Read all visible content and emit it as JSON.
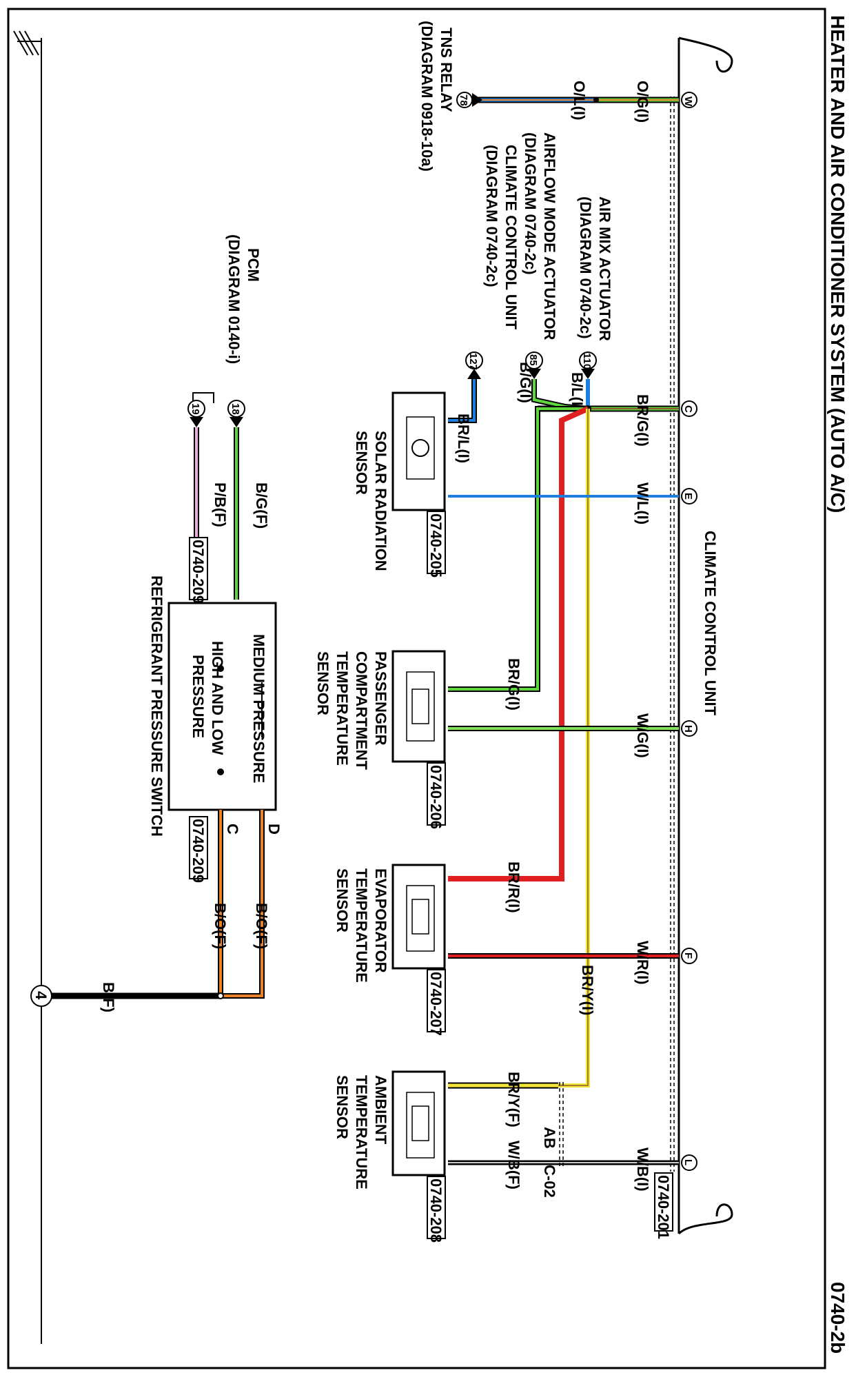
{
  "title": "HEATER AND AIR CONDITIONER SYSTEM (AUTO A/C)",
  "page_number": "0740-2b",
  "climate_unit": {
    "name": "CLIMATE CONTROL UNIT",
    "connector": "0740-201",
    "pins": {
      "W": "W",
      "C": "C",
      "E": "E",
      "H": "H",
      "F": "F",
      "L": "L"
    }
  },
  "wires": {
    "og": "O/G(I)",
    "ol": "O/L(I)",
    "brg_top": "BR/G(I)",
    "wl": "W/L(I)",
    "wg": "W/G(I)",
    "wr": "W/R(I)",
    "wb_top": "W/B(I)",
    "bl": "B/L(I)",
    "bg_i": "B/G(I)",
    "brl": "BR/L(I)",
    "brg_pass": "BR/G(I)",
    "brr": "BR/R(I)",
    "bry_i": "BR/Y(I)",
    "bry_f": "BR/Y(F)",
    "wb_f": "W/B(F)",
    "bg_f": "B/G(F)",
    "pb_f": "P/B(F)",
    "bof_d": "B/O(F)",
    "bof_c": "B/O(F)",
    "bf": "B(F)"
  },
  "refs": {
    "tns": [
      "TNS RELAY",
      "(DIAGRAM 0918-10a)"
    ],
    "tns_num": "78",
    "airmix": [
      "AIR MIX ACTUATOR",
      "(DIAGRAM 0740-2c)"
    ],
    "airmix_num": "110",
    "airflow": [
      "AIRFLOW MODE ACTUATOR",
      "(DIAGRAM 0740-2c)"
    ],
    "airflow_num": "85",
    "ccu": [
      "CLIMATE CONTROL UNIT",
      "(DIAGRAM 0740-2c)"
    ],
    "ccu_num": "127",
    "pcm": [
      "PCM",
      "(DIAGRAM 0140-i)"
    ],
    "pcm_num_a": "18",
    "pcm_num_b": "19"
  },
  "components": {
    "solar": {
      "name": [
        "SOLAR RADIATION",
        "SENSOR"
      ],
      "connector": "0740-205"
    },
    "passenger": {
      "name": [
        "PASSENGER",
        "COMPARTMENT",
        "TEMPERATURE",
        "SENSOR"
      ],
      "connector": "0740-206"
    },
    "evaporator": {
      "name": [
        "EVAPORATOR",
        "TEMPERATURE",
        "SENSOR"
      ],
      "connector": "0740-207"
    },
    "ambient": {
      "name": [
        "AMBIENT",
        "TEMPERATURE",
        "SENSOR"
      ],
      "connector": "0740-208"
    },
    "refrig": {
      "name": "REFRIGERANT PRESSURE SWITCH",
      "inner": [
        "MEDIUM PRESSURE",
        "HIGH AND LOW",
        "PRESSURE"
      ],
      "connector_a": "0740-209",
      "connector_b": "0740-209",
      "pin_d": "D",
      "pin_c": "C"
    }
  },
  "joint": {
    "ab": "AB",
    "c02": "C-02"
  },
  "ground": {
    "num": "4"
  },
  "colors": {
    "green": "#5fd73c",
    "blue": "#1f7fdd",
    "orange": "#e8822a",
    "red": "#e02020",
    "yellow": "#f2e436",
    "brown": "#8b5a2b",
    "pink": "#f2a7e0",
    "black": "#111111"
  }
}
